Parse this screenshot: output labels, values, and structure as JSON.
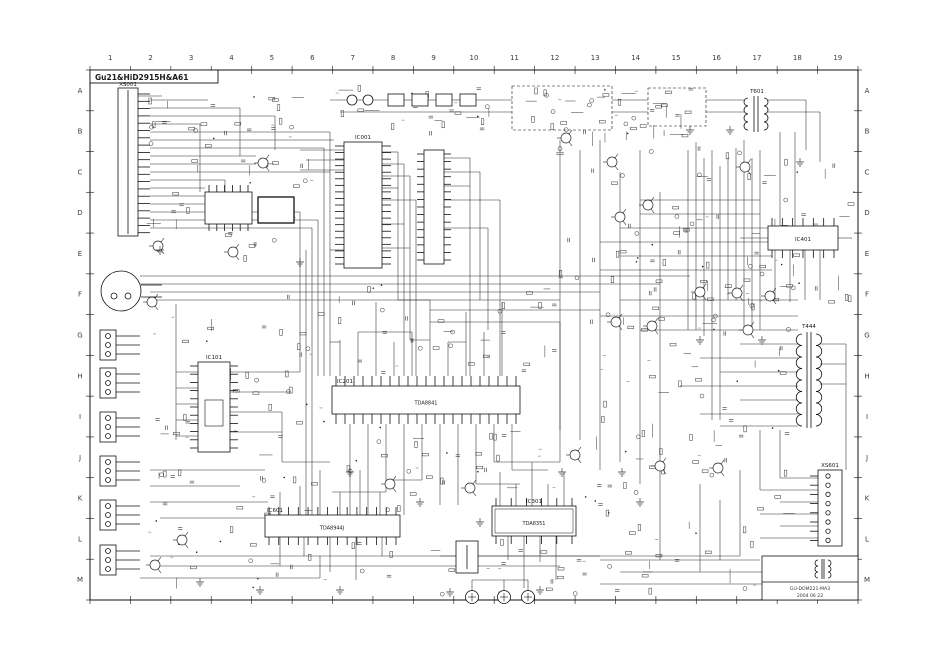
{
  "title": "Gu21&HiD2915H&A61",
  "grid": {
    "cols": [
      "1",
      "2",
      "3",
      "4",
      "5",
      "6",
      "7",
      "8",
      "9",
      "10",
      "11",
      "12",
      "13",
      "14",
      "15",
      "16",
      "17",
      "18",
      "19"
    ],
    "rows": [
      "A",
      "B",
      "C",
      "D",
      "E",
      "F",
      "G",
      "H",
      "I",
      "J",
      "K",
      "L",
      "M"
    ]
  },
  "components": {
    "conn_crt": {
      "ref": "XS001"
    },
    "ic_micro": {
      "ref": "IC001"
    },
    "ic_if": {
      "ref": "IC101"
    },
    "ic_main": {
      "ref": "IC201",
      "part": "TDA8841"
    },
    "ic_vertical": {
      "ref": "IC301",
      "part": "TDA8351"
    },
    "ic_audio": {
      "ref": "IC601",
      "part": "TDA8944J"
    },
    "ic_right": {
      "ref": "IC401"
    },
    "t_smps": {
      "ref": "T601"
    },
    "t_flyback": {
      "ref": "T444"
    },
    "conn_right": {
      "ref": "XS601"
    }
  },
  "footer": {
    "doc_no": "GU-DOM221-MA3",
    "date": "2004 06 22"
  }
}
